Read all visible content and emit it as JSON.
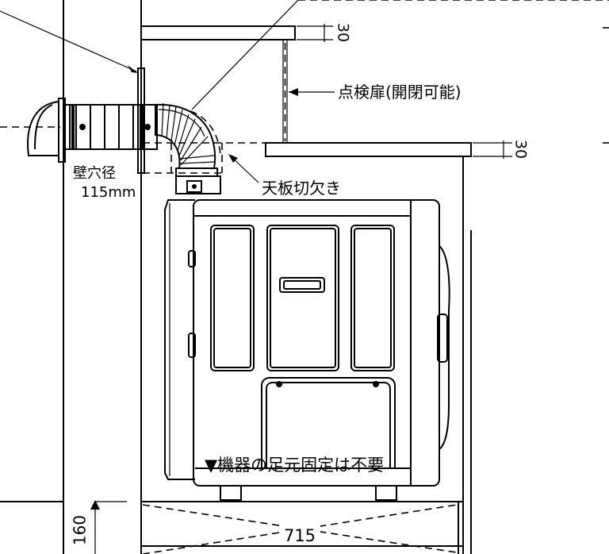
{
  "labels": {
    "inspection_door": "点検扉(開閉可能)",
    "top_board_cutout": "天板切欠き",
    "wall_hole_line1": "壁穴径",
    "wall_hole_line2": "115mm",
    "foot_note": "▼機器の足元固定は不要"
  },
  "dimensions": {
    "upper_shelf_thickness": "30",
    "top_board_thickness": "30",
    "stand_height": "160",
    "stand_width": "715"
  }
}
